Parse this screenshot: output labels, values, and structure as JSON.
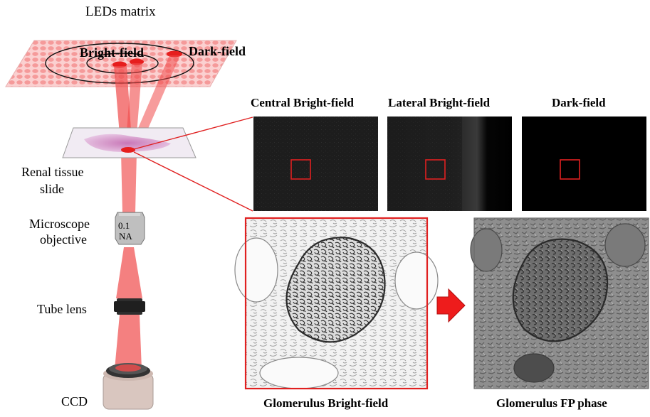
{
  "labels": {
    "leds_matrix": "LEDs matrix",
    "bright_field": "Bright-field",
    "dark_field": "Dark-field",
    "renal_tissue_line1": "Renal tissue",
    "renal_tissue_line2": "slide",
    "objective_line1": "Microscope",
    "objective_line2": "objective",
    "objective_na_1": "0.1",
    "objective_na_2": "NA",
    "tube_lens": "Tube lens",
    "ccd": "CCD"
  },
  "panels": {
    "central_bf": "Central Bright-field",
    "lateral_bf": "Lateral Bright-field",
    "dark_field": "Dark-field",
    "glomerulus_bf": "Glomerulus Bright-field",
    "glomerulus_fp": "Glomerulus FP phase"
  },
  "colors": {
    "led_grid": "#f7a9a9",
    "led_on": "#e61e1e",
    "beam": "#f04a4a",
    "highlight_box": "#e02020",
    "arrow": "#ee1c1c"
  }
}
